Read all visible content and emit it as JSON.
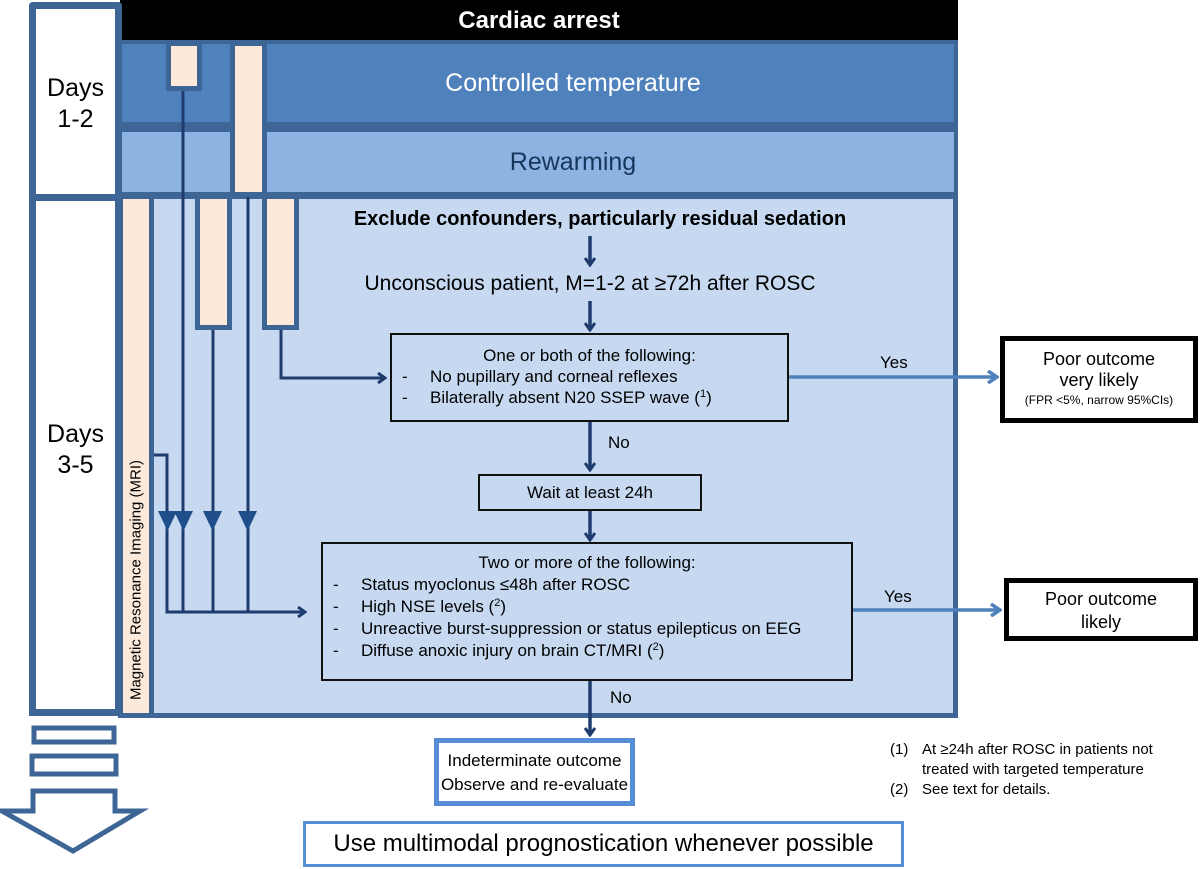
{
  "header": {
    "title": "Cardiac arrest"
  },
  "phases": {
    "days_1_2": "Days\n1-2",
    "days_3_5": "Days\n3-5",
    "controlled_temperature": "Controlled temperature",
    "rewarming": "Rewarming",
    "mri_label": "Magnetic Resonance Imaging (MRI)"
  },
  "flow": {
    "exclude": "Exclude confounders, particularly residual sedation",
    "unconscious": "Unconscious patient,  M=1-2 at ≥72h after ROSC",
    "box1": {
      "title": "One or both of the following:",
      "items": [
        {
          "text": "No pupillary and corneal reflexes",
          "note": ""
        },
        {
          "text": "Bilaterally absent N20 SSEP wave (",
          "note": "1"
        }
      ]
    },
    "yes1": "Yes",
    "no1": "No",
    "outcome1": {
      "line1": "Poor outcome",
      "line2": "very likely",
      "line3": "(FPR <5%, narrow 95%CIs)"
    },
    "wait": "Wait at least 24h",
    "box2": {
      "title": "Two or more of the following:",
      "items": [
        {
          "text": "Status myoclonus ≤48h after ROSC",
          "note": ""
        },
        {
          "text": "High  NSE levels (",
          "note": "2"
        },
        {
          "text": "Unreactive burst-suppression or status epilepticus on EEG",
          "note": ""
        },
        {
          "text": "Diffuse anoxic injury on brain CT/MRI (",
          "note": "2"
        }
      ]
    },
    "yes2": "Yes",
    "no2": "No",
    "outcome2": {
      "line1": "Poor outcome",
      "line2": "likely"
    },
    "indeterminate": {
      "line1": "Indeterminate outcome",
      "line2": "Observe and re-evaluate"
    },
    "multimodal": "Use multimodal prognostication whenever possible"
  },
  "footnotes": [
    {
      "num": "(1)",
      "text": "At ≥24h after ROSC in patients not treated with targeted temperature"
    },
    {
      "num": "(2)",
      "text": "See text for details."
    }
  ],
  "colors": {
    "dark_blue": "#3d6596",
    "controlled_band": "#4f81bd",
    "rewarming_band": "#8db3e2",
    "days35_band": "#c6d9f1",
    "peach": "#fde9d9",
    "arrow_navy": "#1f3c6e",
    "arrow_light": "#4f81bd"
  }
}
